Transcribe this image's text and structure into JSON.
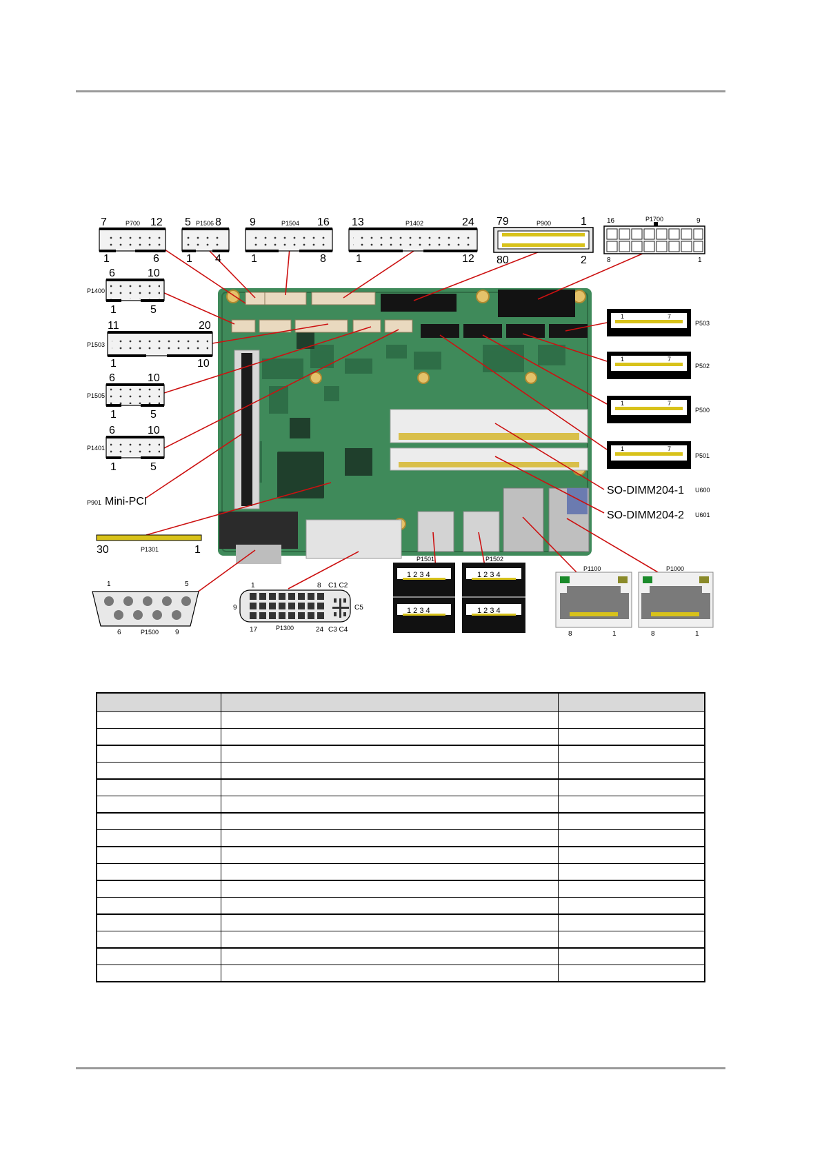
{
  "header_labels": [
    {
      "id": "p700",
      "name": "P700",
      "tl": "7",
      "tr": "12",
      "bl": "1",
      "br": "6"
    },
    {
      "id": "p1506",
      "name": "P1506",
      "tl": "5",
      "tr": "8",
      "bl": "1",
      "br": "4"
    },
    {
      "id": "p1504",
      "name": "P1504",
      "tl": "9",
      "tr": "16",
      "bl": "1",
      "br": "8"
    },
    {
      "id": "p1402",
      "name": "P1402",
      "tl": "13",
      "tr": "24",
      "bl": "1",
      "br": "12"
    },
    {
      "id": "p900",
      "name": "P900",
      "tl": "79",
      "tr": "1",
      "bl": "80",
      "br": "2"
    },
    {
      "id": "p1700",
      "name": "P1700",
      "tl": "16",
      "tr": "9",
      "bl": "8",
      "br": "1"
    },
    {
      "id": "p1400",
      "name": "P1400",
      "tl": "6",
      "tr": "10",
      "bl": "1",
      "br": "5"
    },
    {
      "id": "p1503",
      "name": "P1503",
      "tl": "11",
      "tr": "20",
      "bl": "1",
      "br": "10"
    },
    {
      "id": "p1505",
      "name": "P1505",
      "tl": "6",
      "tr": "10",
      "bl": "1",
      "br": "5"
    },
    {
      "id": "p1401",
      "name": "P1401",
      "tl": "6",
      "tr": "10",
      "bl": "1",
      "br": "5"
    }
  ],
  "sata": [
    {
      "id": "p503",
      "name": "P503",
      "pin_first": "1",
      "pin_last": "7"
    },
    {
      "id": "p502",
      "name": "P502",
      "pin_first": "1",
      "pin_last": "7"
    },
    {
      "id": "p500",
      "name": "P500",
      "pin_first": "1",
      "pin_last": "7"
    },
    {
      "id": "p501",
      "name": "P501",
      "pin_first": "1",
      "pin_last": "7"
    }
  ],
  "sodimm": [
    {
      "id": "u600",
      "label": "SO-DIMM204-1",
      "ref": "U600"
    },
    {
      "id": "u601",
      "label": "SO-DIMM204-2",
      "ref": "U601"
    }
  ],
  "minipci": {
    "ref": "P901",
    "label": "Mini-PCI"
  },
  "p1301": {
    "name": "P1301",
    "left": "30",
    "right": "1"
  },
  "vga": {
    "name": "P1500",
    "p1": "1",
    "p5": "5",
    "p6": "6",
    "p9": "9"
  },
  "dvi": {
    "name": "P1300",
    "p1": "1",
    "p8": "8",
    "p9": "9",
    "p17": "17",
    "p24": "24",
    "c1c2": "C1 C2",
    "c3c4": "C3 C4",
    "c5": "C5"
  },
  "usb": [
    {
      "id": "p1501",
      "name": "P1501",
      "pins": "1 2 3 4"
    },
    {
      "id": "p1502",
      "name": "P1502",
      "pins": "1 2 3 4"
    }
  ],
  "rj45": [
    {
      "id": "p1100",
      "name": "P1100",
      "left": "8",
      "right": "1"
    },
    {
      "id": "p1000",
      "name": "P1000",
      "left": "8",
      "right": "1"
    }
  ],
  "colors": {
    "callout": "#cc1111",
    "pcb": "#3f8a5a",
    "connector_fill": "#f2f2f2",
    "gold": "#d8c21a"
  },
  "table": {
    "rows": 16,
    "columns": 3
  }
}
